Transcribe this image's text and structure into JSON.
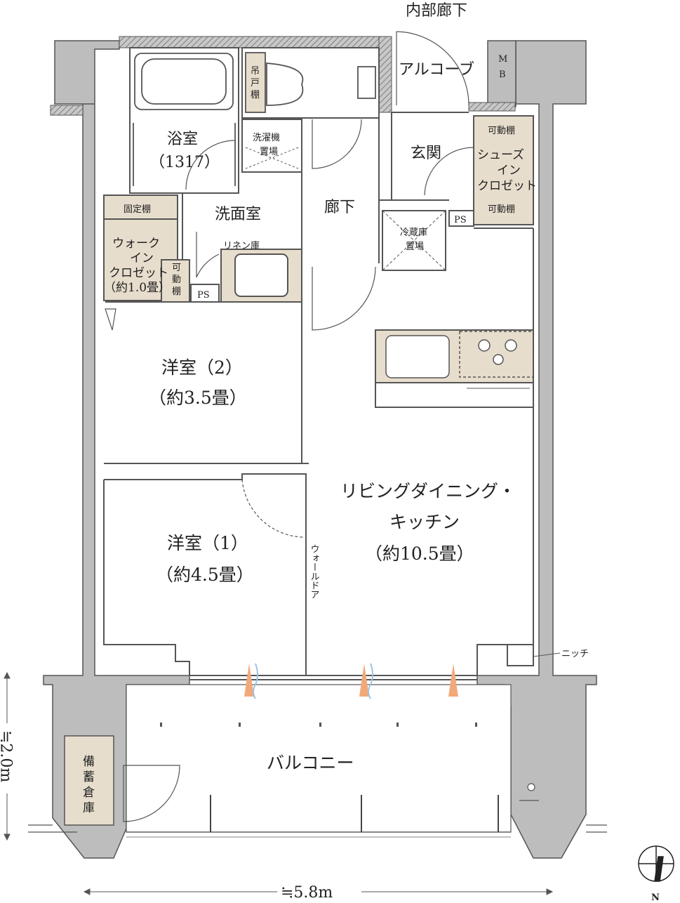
{
  "top_label": "内部廊下",
  "rooms": {
    "bath": [
      "浴室",
      "（1317）"
    ],
    "toilet_shelf": [
      "吊",
      "戸",
      "棚"
    ],
    "washer": [
      "洗濯機",
      "置場"
    ],
    "washroom": "洗面室",
    "linen": "リネン庫",
    "corridor": "廊下",
    "alcove": "アルコーブ",
    "mb": [
      "M",
      "B"
    ],
    "entrance": "玄関",
    "shoe_closet": [
      "シューズ",
      "イン",
      "クロゼット"
    ],
    "shelf_movable": "可動棚",
    "shelf_movable_v": [
      "可",
      "動",
      "棚"
    ],
    "shelf_fixed": "固定棚",
    "walkin": [
      "ウォーク",
      "イン",
      "クロゼット",
      "（約1.0畳）"
    ],
    "ps": "PS",
    "fridge": [
      "冷蔵庫",
      "置場"
    ],
    "western2": [
      "洋室（2）",
      "（約3.5畳）"
    ],
    "western1": [
      "洋室（1）",
      "（約4.5畳）"
    ],
    "ldk": [
      "リビングダイニング・",
      "キッチン",
      "（約10.5畳）"
    ],
    "wall_door": "ウォールドア",
    "niche": "ニッチ",
    "balcony": "バルコニー",
    "storage": [
      "備",
      "蓄",
      "倉",
      "庫"
    ]
  },
  "dimensions": {
    "depth": "≒2.0m",
    "width": "≒5.8m"
  },
  "compass": "N",
  "colors": {
    "wall": "#bdbdbd",
    "wall_line": "#555555",
    "fixture_fill": "#e7ddcc",
    "vent_orange": "#f2a97a",
    "vent_blue": "#9fc4de"
  }
}
